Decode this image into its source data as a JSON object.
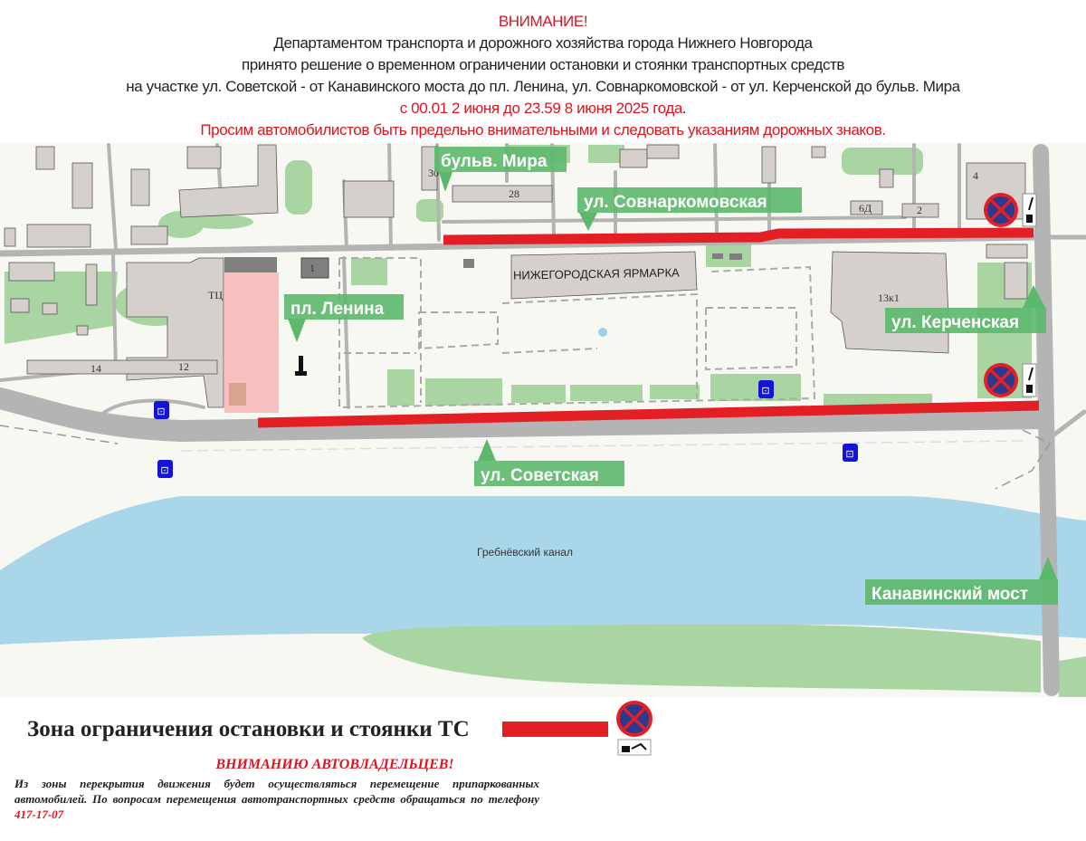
{
  "header": {
    "attention": "ВНИМАНИЕ!",
    "line1": "Департаментом транспорта и дорожного хозяйства города Нижнего Новгорода",
    "line2": "принято решение о временном ограничении остановки и стоянки транспортных средств",
    "line3": "на участке ул. Советской - от Канавинского моста до пл. Ленина, ул. Совнаркомовской - от ул. Керченской до бульв. Мира",
    "period": "с 00.01 2 июня до 23.59 8 июня 2025 года",
    "period_end": ".",
    "request": "Просим автомобилистов быть предельно внимательными и следовать указаниям дорожных знаков."
  },
  "map": {
    "colors": {
      "restriction": "#e31e24",
      "label_bg": "#5cb86c",
      "water": "#aad6ea",
      "green": "#a8d5a2",
      "road": "#b4b4b4",
      "building": "#d6d0cc"
    },
    "street_labels": {
      "mira": "бульв. Мира",
      "sovnarkom": "ул. Совнаркомовская",
      "lenina": "пл. Ленина",
      "kerchenskaya": "ул. Керченская",
      "sovetskaya": "ул. Советская",
      "kanavinsky": "Канавинский мост"
    },
    "canal": "Гребнёвский канал",
    "fair": "НИЖЕГОРОДСКАЯ ЯРМАРКА",
    "buildings": {
      "b30": "30",
      "b28": "28",
      "b1": "1",
      "tc": "ТЦ",
      "b14": "14",
      "b12": "12",
      "b13k1": "13к1",
      "b6d": "6Д",
      "b2": "2",
      "b4": "4"
    },
    "icons": [
      "no-stopping-sign-icon",
      "tow-truck-plate-icon",
      "bus-stop-icon",
      "monument-icon"
    ]
  },
  "legend": {
    "title": "Зона ограничения остановки и стоянки ТС",
    "warning": "ВНИМАНИЮ АВТОВЛАДЕЛЬЦЕВ!",
    "note": "Из зоны перекрытия движения будет осуществляться перемещение припаркованных автомобилей. По вопросам перемещения автотранспортных средств обращаться по телефону",
    "phone": "417-17-07"
  }
}
